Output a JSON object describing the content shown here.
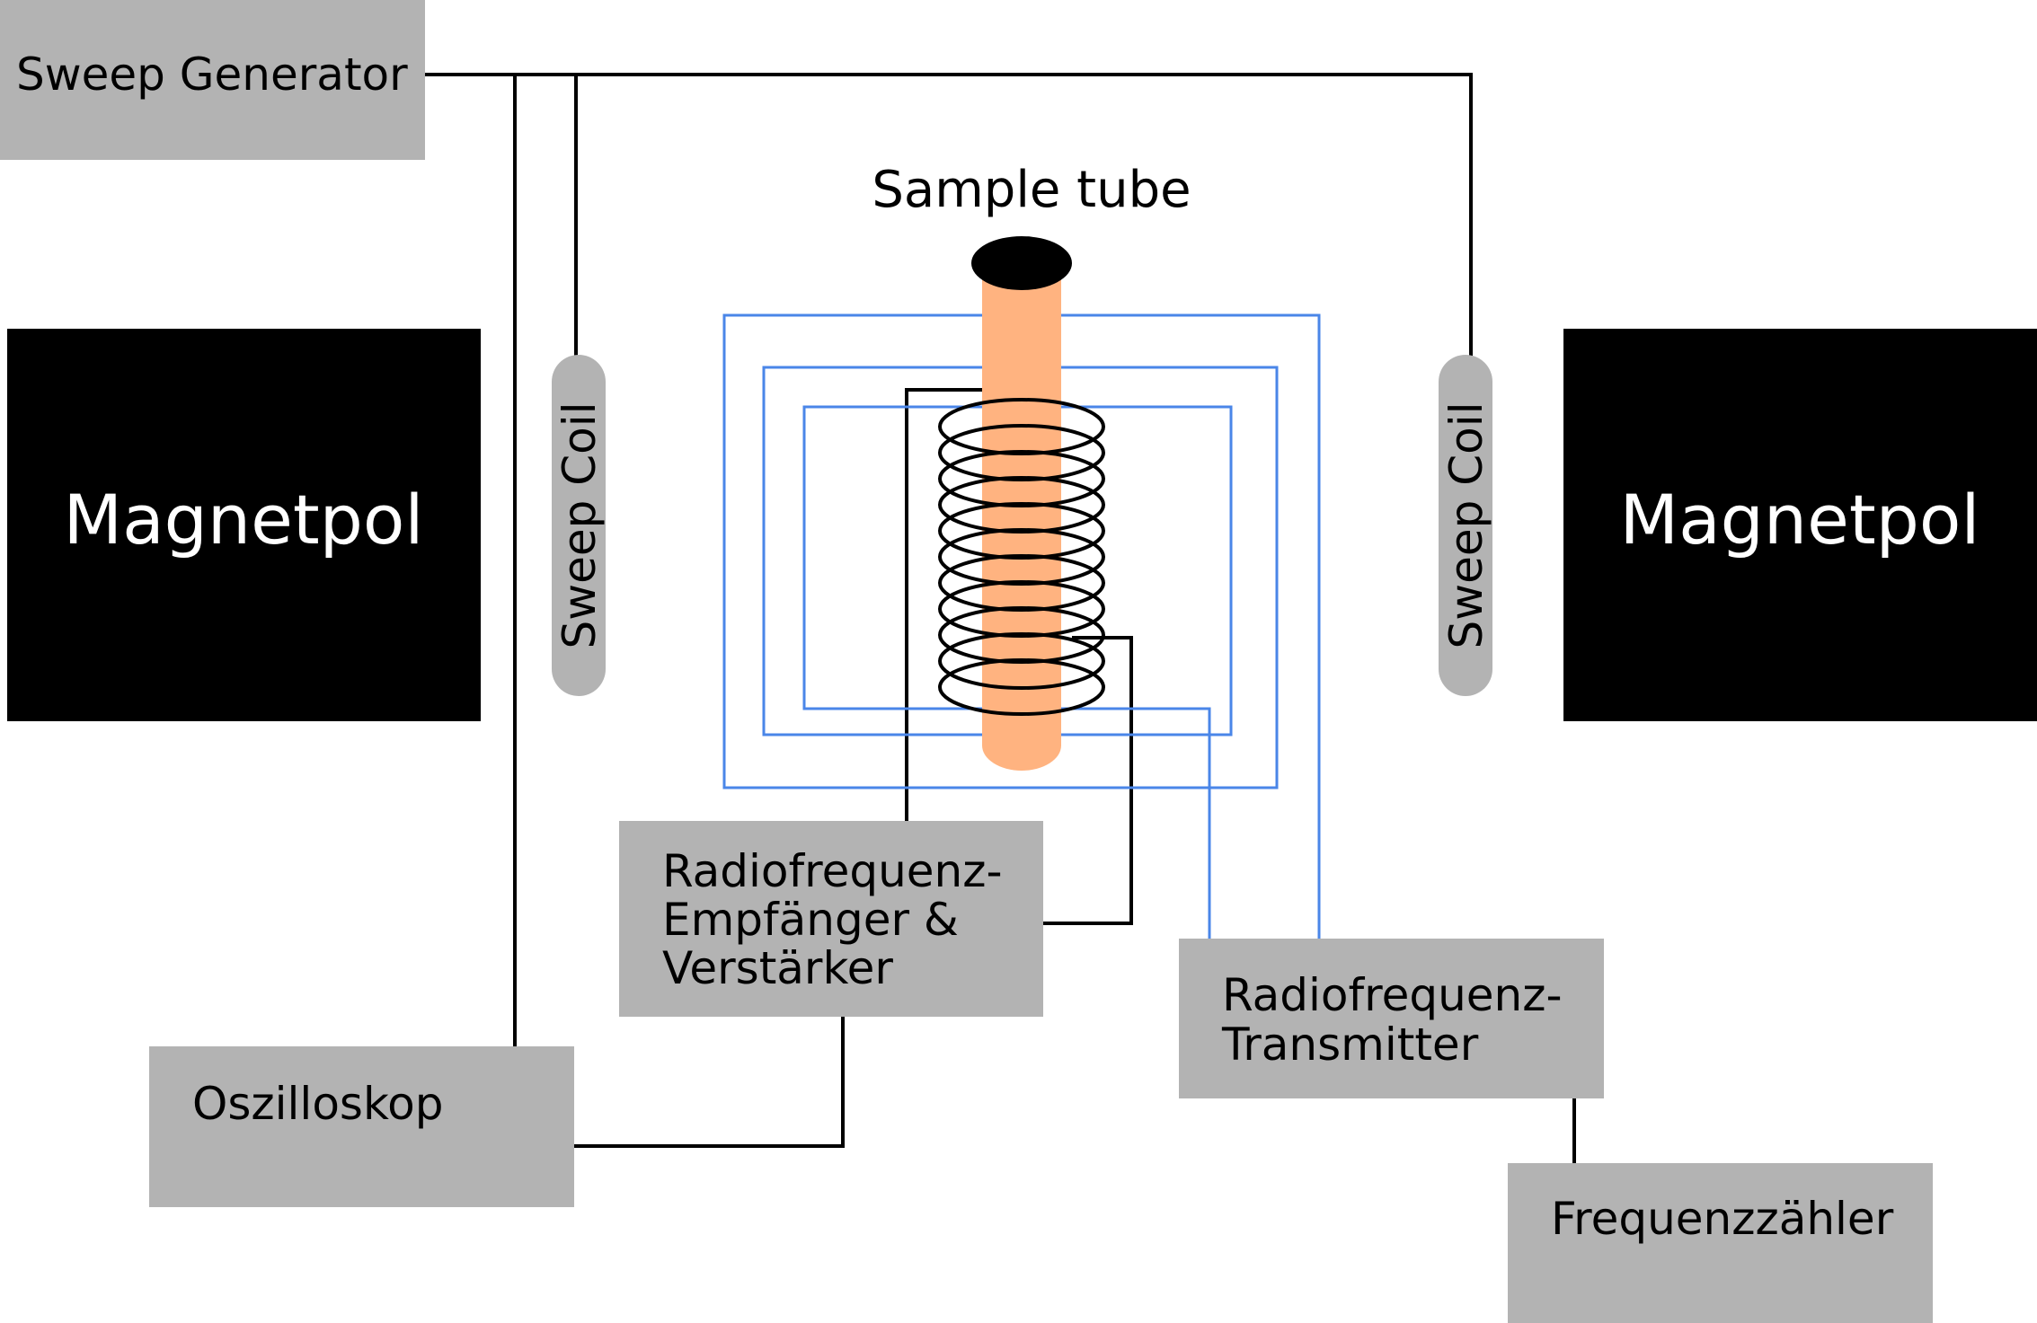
{
  "labels": {
    "sweep_generator": "Sweep Generator",
    "sample_tube": "Sample tube",
    "magnet_left": "Magnetpol",
    "magnet_right": "Magnetpol",
    "sweep_coil_left": "Sweep Coil",
    "sweep_coil_right": "Sweep Coil",
    "receiver_line1": "Radiofrequenz-",
    "receiver_line2": "Empfänger &",
    "receiver_line3": "Verstärker",
    "transmitter_line1": "Radiofrequenz-",
    "transmitter_line2": "Transmitter",
    "oscilloscope": "Oszilloskop",
    "frequency_counter": "Frequenzzähler"
  },
  "colors": {
    "box_fill": "#b3b3b3",
    "magnet_fill": "#000000",
    "magnet_text": "#ffffff",
    "tube_fill": "#ffb380",
    "tube_cap": "#000000",
    "wire": "#000000",
    "rf_wire": "#4a86e8"
  },
  "coil_turns": 11
}
